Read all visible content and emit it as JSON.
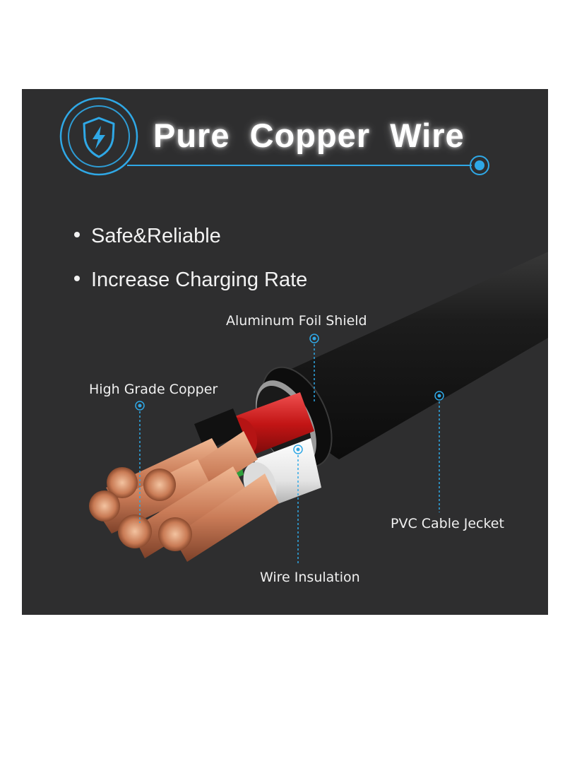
{
  "title": "Pure  Copper  Wire",
  "bullets": [
    {
      "text": "Safe&Reliable"
    },
    {
      "text": "Increase Charging Rate"
    }
  ],
  "labels": {
    "foil": "Aluminum Foil Shield",
    "copper": "High Grade Copper",
    "jacket": "PVC Cable Jecket",
    "insulation": "Wire Insulation"
  },
  "colors": {
    "background": "#2e2e2f",
    "accent": "#2fa8e6",
    "text": "#ffffff",
    "copper": "#d9956e",
    "insulation_red": "#c81d1d",
    "insulation_white": "#eeeeee",
    "jacket": "#161616"
  },
  "icons": {
    "badge": "shield-lightning-icon"
  }
}
